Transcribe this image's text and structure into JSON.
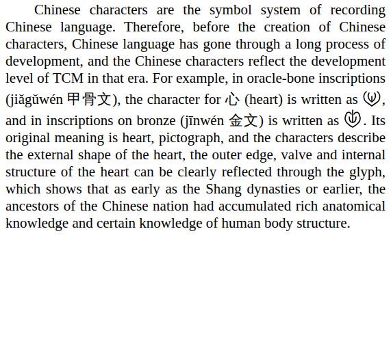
{
  "diagram": {
    "labels": [
      "Chinese characters are the symbol system of recording Chinese language. Therefore, before the creation of Chinese characters, Chinese language has gone through a long process of development, and the Chinese characters reflect the development level of TCM in that era. For example, in oracle-bone inscriptions (jiǎgǔwén 甲骨文), the character for 心 (heart) is written as",
      ", and in inscriptions on bronze (jīnwén 金文) is written as",
      ". Its original meaning is heart, pictograph, and the characters describe the external shape of the heart, the outer edge, valve and internal structure of the heart can be clearly reflected through the glyph, which shows that as early as the Shang dynasties or earlier, the ancestors of the Chinese nation had accumulated rich anatomical knowledge and certain knowledge of human body structure."
    ]
  }
}
